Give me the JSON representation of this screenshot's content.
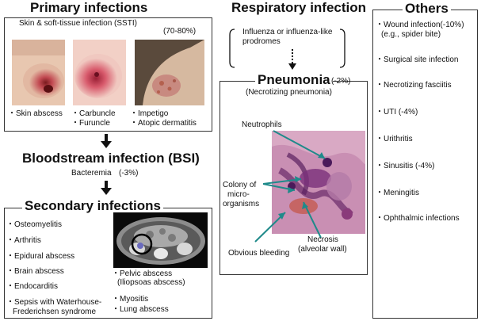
{
  "primary": {
    "title": "Primary infections",
    "subtitle": "Skin & soft-tissue infection (SSTI)",
    "share": "(70-80%)",
    "captions": [
      "・Skin abscess",
      "・Carbuncle",
      "・Furuncle",
      "・Impetigo",
      "・Atopic dermatitis"
    ]
  },
  "bsi": {
    "title": "Bloodstream infection (BSI)",
    "subtitle": "Bacteremia",
    "share": "(-3%)"
  },
  "secondary": {
    "title": "Secondary infections",
    "items": [
      "・Osteomyelitis",
      "・Arthritis",
      "・Epidural abscess",
      "・Brain  abscess",
      "・Endocarditis",
      "・Sepsis with Waterhouse-",
      "Frederichsen syndrome"
    ],
    "ct_items": [
      "・Pelvic abscess",
      "(Iliopsoas abscess)",
      "・Myositis",
      "・Lung abscess"
    ]
  },
  "respiratory": {
    "title": "Respiratory infection",
    "prodrome": [
      "Influenza or influenza-like",
      "prodromes"
    ]
  },
  "pneumonia": {
    "title": "Pneumonia",
    "share": "(-2%)",
    "subtitle": "(Necrotizing pneumonia)",
    "labels": {
      "neutrophils": "Neutrophils",
      "colony": [
        "Colony of",
        "micro-",
        "organisms"
      ],
      "necrosis": [
        "Necrosis",
        "(alveolar wall)"
      ],
      "bleeding": "Obvious bleeding"
    }
  },
  "others": {
    "title": "Others",
    "items": [
      "・Wound infection(-10%)",
      "(e.g., spider bite)",
      "・Surgical site infection",
      "・Necrotizing fasciitis",
      "・UTI (-4%)",
      "・Urithritis",
      "・Sinusitis (-4%)",
      "・Meningitis",
      "・Ophthalmic infections"
    ]
  },
  "colors": {
    "border": "#333333",
    "teal_arrow": "#1f8a8a",
    "histology": "#9b4a8a",
    "skin_lesion": "#c0384a",
    "ct_circle": "#000000"
  }
}
